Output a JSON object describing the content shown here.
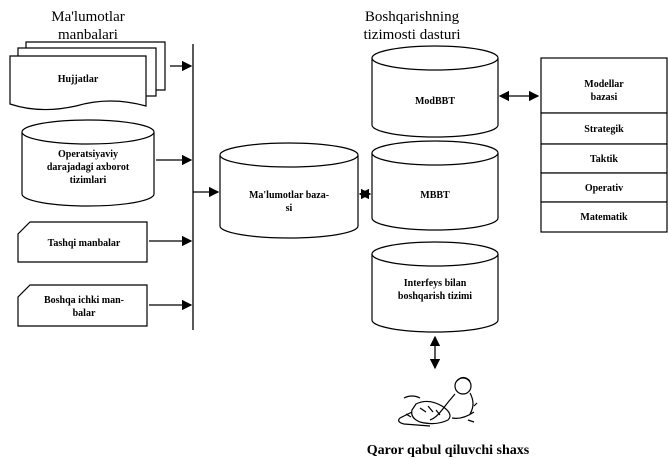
{
  "sources_heading": [
    "Ma'lumotlar",
    "manbalari"
  ],
  "program_heading": [
    "Boshqarishning",
    "tizimosti dasturi"
  ],
  "sources": {
    "documents": "Hujjatlar",
    "operational": [
      "Operatsiyaviy",
      "darajadagi axborot",
      "tizimlari"
    ],
    "external": "Tashqi manbalar",
    "other_internal": [
      "Boshqa ichki man-",
      "balar"
    ]
  },
  "database": [
    "Ma'lumotlar baza-",
    "si"
  ],
  "modbbt": "ModBBT",
  "mbbt": "MBBT",
  "interface": [
    "Interfeys bilan",
    "boshqarish tizimi"
  ],
  "models": {
    "title": [
      "Modellar",
      "bazasi"
    ],
    "items": [
      "Strategik",
      "Taktik",
      "Operativ",
      "Matematik"
    ]
  },
  "decision_maker": "Qaror qabul qiluvchi shaxs",
  "icons": {
    "person": "person-at-desk-icon"
  }
}
